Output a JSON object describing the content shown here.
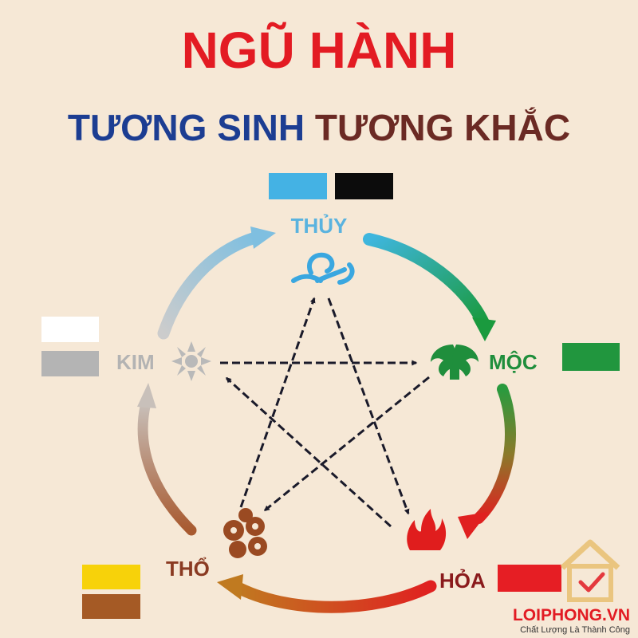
{
  "title": "NGŨ HÀNH",
  "subtitle_generating": "TƯƠNG SINH",
  "subtitle_overcoming": "TƯƠNG KHẮC",
  "elements": {
    "thuy": {
      "label": "THỦY",
      "label_color": "#5ab3df",
      "swatches": [
        "#44b2e4",
        "#0c0c0c"
      ]
    },
    "moc": {
      "label": "MỘC",
      "label_color": "#1f8e3c",
      "swatches": [
        "#21963e"
      ]
    },
    "hoa": {
      "label": "HỎA",
      "label_color": "#8a1a1c",
      "swatches": [
        "#e61e24"
      ]
    },
    "tho": {
      "label": "THỔ",
      "label_color": "#8a3a22",
      "swatches": [
        "#f7d20a",
        "#a55a25"
      ]
    },
    "kim": {
      "label": "KIM",
      "label_color": "#b3b3b3",
      "swatches": [
        "#ffffff",
        "#b4b4b4"
      ]
    }
  },
  "colors": {
    "title": "#e31b23",
    "subtitle_generating": "#1c3d92",
    "subtitle_overcoming": "#6b2a24",
    "background": "#f6e8d6",
    "overcoming_arrows": "#1a1a2a"
  },
  "watermark": {
    "brand": "LOIPHONG.VN",
    "slogan": "Chất Lượng Là Thành Công",
    "brand_color": "#e21b23"
  }
}
